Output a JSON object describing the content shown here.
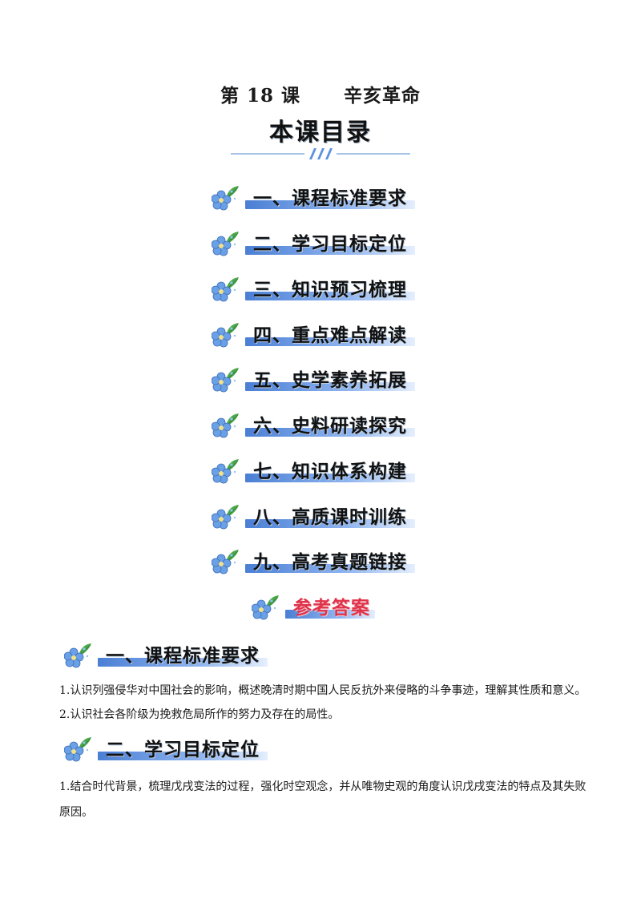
{
  "header": {
    "lesson": "第 18 课",
    "topic": "辛亥革命"
  },
  "toc": {
    "heading": "本课目录",
    "items": [
      "一、课程标准要求",
      "二、学习目标定位",
      "三、知识预习梳理",
      "四、重点难点解读",
      "五、史学素养拓展",
      "六、史料研读探究",
      "七、知识体系构建",
      "八、高质课时训练",
      "九、高考真题链接"
    ],
    "answer": "参考答案"
  },
  "sections": [
    {
      "title": "一、课程标准要求",
      "paragraphs": [
        "1.认识列强侵华对中国社会的影响，概述晚清时期中国人民反抗外来侵略的斗争事迹，理解其性质和意义。",
        "2.认识社会各阶级为挽救危局所作的努力及存在的局性。"
      ]
    },
    {
      "title": "二、学习目标定位",
      "paragraphs": [
        "1.结合时代背景，梳理戊戌变法的过程，强化时空观念，并从唯物史观的角度认识戊戌变法的特点及其失败原因。"
      ]
    }
  ],
  "colors": {
    "accent_blue": "#4b7fd4",
    "answer_red": "#e0334b",
    "flower_blue": "#6aa0e6",
    "leaf_green": "#4aa84a"
  }
}
